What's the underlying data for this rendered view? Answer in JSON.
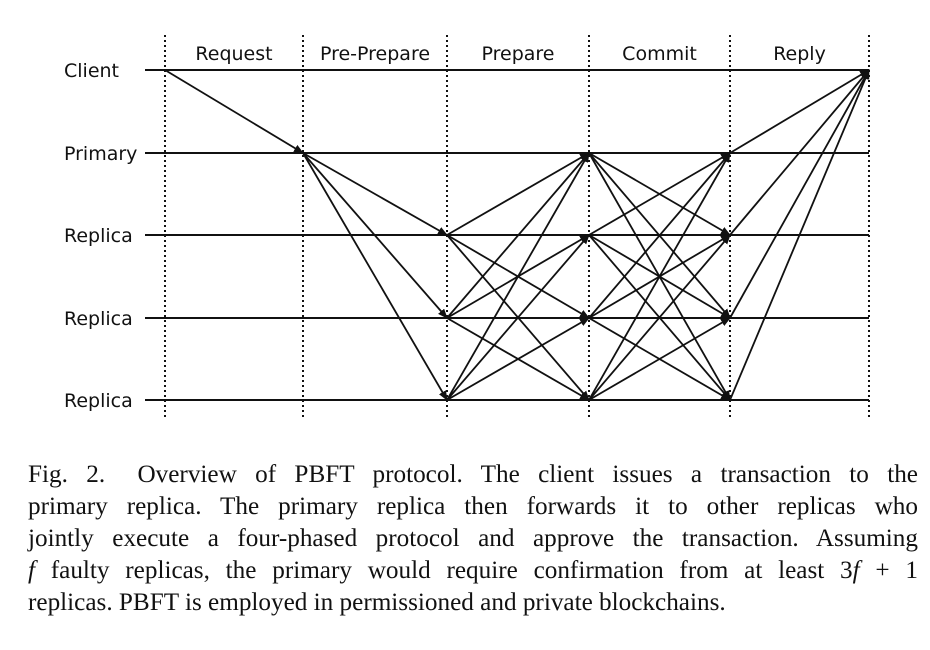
{
  "diagram": {
    "participants": [
      "Client",
      "Primary",
      "Replica",
      "Replica",
      "Replica"
    ],
    "phases": [
      "Request",
      "Pre-Prepare",
      "Prepare",
      "Commit",
      "Reply"
    ],
    "messages": {
      "request": [
        [
          0,
          1
        ]
      ],
      "pre_prepare": [
        [
          1,
          2
        ],
        [
          1,
          3
        ],
        [
          1,
          4
        ]
      ],
      "prepare": [
        [
          2,
          1
        ],
        [
          2,
          3
        ],
        [
          2,
          4
        ],
        [
          3,
          1
        ],
        [
          3,
          2
        ],
        [
          3,
          4
        ],
        [
          4,
          1
        ],
        [
          4,
          2
        ],
        [
          4,
          3
        ]
      ],
      "commit": [
        [
          1,
          2
        ],
        [
          1,
          3
        ],
        [
          1,
          4
        ],
        [
          2,
          1
        ],
        [
          2,
          3
        ],
        [
          2,
          4
        ],
        [
          3,
          1
        ],
        [
          3,
          2
        ],
        [
          3,
          4
        ],
        [
          4,
          1
        ],
        [
          4,
          2
        ],
        [
          4,
          3
        ]
      ],
      "reply": [
        [
          1,
          0
        ],
        [
          2,
          0
        ],
        [
          3,
          0
        ],
        [
          4,
          0
        ]
      ]
    }
  },
  "caption": {
    "fig_label": "Fig. 2.",
    "line1": "Overview of PBFT protocol. The client issues a transaction to the",
    "line2": "primary replica. The primary replica then forwards it to other replicas who",
    "line3": "jointly execute a four-phased protocol and approve the transaction. Assuming",
    "line4_var": "f",
    "line4_mid": " faulty replicas, the primary would require confirmation from at least 3",
    "line4_var2": "f",
    "line4_end": " + 1",
    "line5": "replicas. PBFT is employed in permissioned and private blockchains."
  }
}
